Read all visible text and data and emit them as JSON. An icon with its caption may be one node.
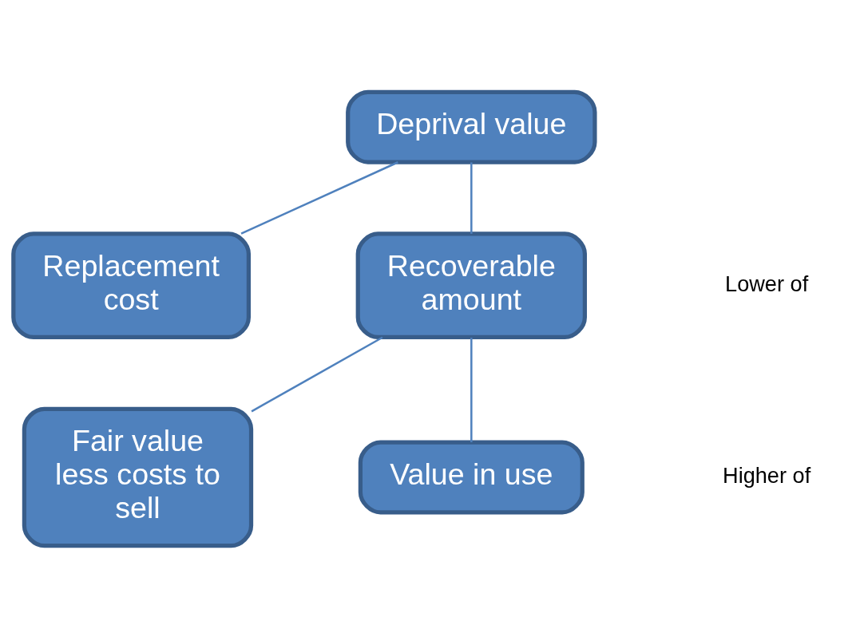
{
  "diagram": {
    "nodes": [
      {
        "text": [
          "Deprival value"
        ]
      },
      {
        "text": [
          "Replacement cost"
        ]
      },
      {
        "text": [
          "Recoverable amount"
        ]
      },
      {
        "text": [
          "Fair value less costs to sell"
        ]
      },
      {
        "text": [
          "Value in use"
        ]
      }
    ],
    "edges": [
      {
        "from": 0,
        "to": 1,
        "arrow": "none"
      },
      {
        "from": 0,
        "to": 2,
        "arrow": "none"
      },
      {
        "from": 2,
        "to": 3,
        "arrow": "none"
      },
      {
        "from": 2,
        "to": 4,
        "arrow": "none"
      }
    ],
    "labels": [
      "Lower of",
      "Higher of"
    ]
  }
}
